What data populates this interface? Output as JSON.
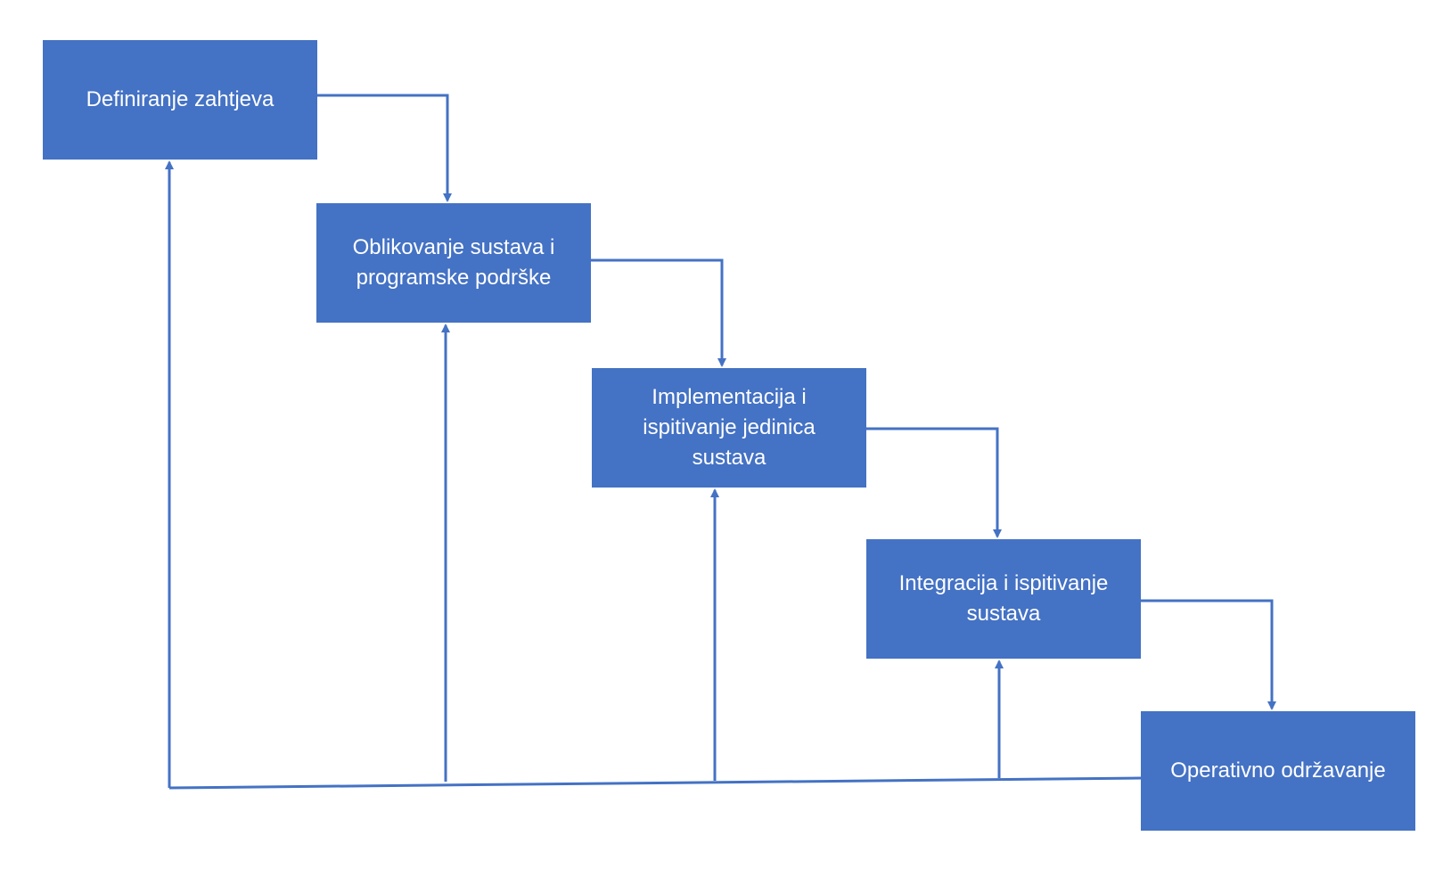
{
  "colors": {
    "box_fill": "#4472C4",
    "connector": "#4472C4",
    "box_text": "#FFFFFF",
    "background": "#FFFFFF"
  },
  "phases": [
    {
      "label": "Definiranje zahtjeva"
    },
    {
      "label": "Oblikovanje sustava i programske podrške"
    },
    {
      "label": "Implementacija i ispitivanje jedinica sustava"
    },
    {
      "label": "Integracija i ispitivanje sustava"
    },
    {
      "label": "Operativno održavanje"
    }
  ]
}
